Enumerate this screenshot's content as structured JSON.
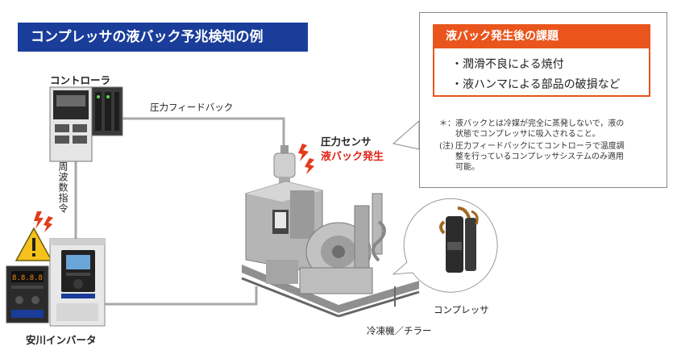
{
  "title": "コンプレッサの液バック予兆検知の例",
  "controller_label": "コントローラ",
  "frequency_command_label": "周波数指令",
  "inverter_label": "安川インバータ",
  "pressure_feedback_label": "圧力フィードバック",
  "pressure_sensor_label": "圧力センサ",
  "liquid_back_label": "液バック発生",
  "chiller_label": "冷凍機／チラー",
  "compressor_label": "コンプレッサ",
  "issue": {
    "heading": "液バック発生後の課題",
    "items": [
      "・潤滑不良による焼付",
      "・液ハンマによる部品の破損など"
    ]
  },
  "notes": {
    "mark1": "＊：",
    "line1a": "液バックとは冷媒が完全に蒸発しないで，液の",
    "line1b": "状態でコンプレッサに吸入されること。",
    "mark2": "(注)",
    "line2a": "圧力フィードバックにてコントローラで温度調",
    "line2b": "整を行っているコンプレッサシステムのみ適用",
    "line2c": "可能。"
  },
  "colors": {
    "banner": "#1a3d9a",
    "issue_accent": "#e9551c",
    "alert_red": "#e02418",
    "warning_yellow": "#f4c21a"
  }
}
